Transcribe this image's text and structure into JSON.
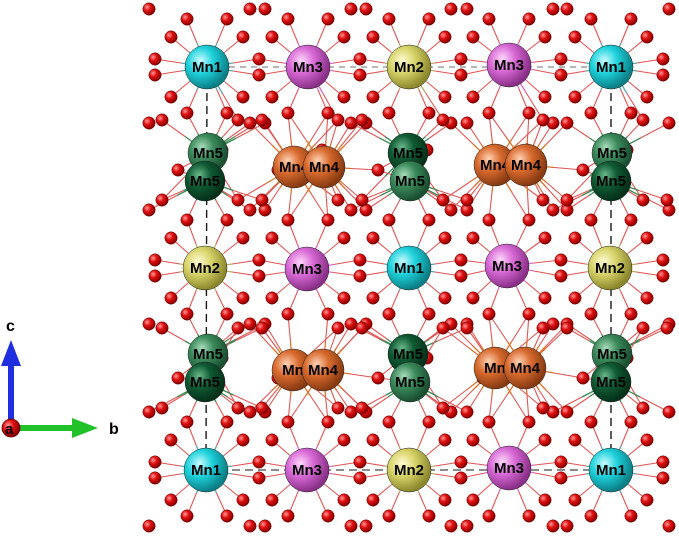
{
  "structure": {
    "mn_sites": [
      {
        "label": "Mn1",
        "species": "Mn1"
      },
      {
        "label": "Mn3",
        "species": "Mn3"
      },
      {
        "label": "Mn2",
        "species": "Mn2"
      },
      {
        "label": "Mn3",
        "species": "Mn3"
      },
      {
        "label": "Mn1",
        "species": "Mn1"
      },
      {
        "label": "Mn5",
        "species": "Mn5"
      },
      {
        "label": "Mn4",
        "species": "Mn4"
      },
      {
        "label": "Mn4",
        "species": "Mn4"
      },
      {
        "label": "Mn5",
        "species": "Mn5"
      },
      {
        "label": "Mn4",
        "species": "Mn4"
      },
      {
        "label": "Mn4",
        "species": "Mn4"
      },
      {
        "label": "Mn5",
        "species": "Mn5"
      },
      {
        "label": "Mn5",
        "species": "Mn5"
      },
      {
        "label": "Mn5",
        "species": "Mn5"
      },
      {
        "label": "Mn5",
        "species": "Mn5"
      },
      {
        "label": "Mn2",
        "species": "Mn2"
      },
      {
        "label": "Mn3",
        "species": "Mn3"
      },
      {
        "label": "Mn1",
        "species": "Mn1"
      },
      {
        "label": "Mn3",
        "species": "Mn3"
      },
      {
        "label": "Mn2",
        "species": "Mn2"
      },
      {
        "label": "Mn5",
        "species": "Mn5"
      },
      {
        "label": "Mn5",
        "species": "Mn5"
      },
      {
        "label": "Mn5",
        "species": "Mn5"
      },
      {
        "label": "Mn",
        "species": "Mn4"
      },
      {
        "label": "Mn4",
        "species": "Mn4"
      },
      {
        "label": "Mn",
        "species": "Mn4"
      },
      {
        "label": "Mn4",
        "species": "Mn4"
      },
      {
        "label": "Mn5",
        "species": "Mn5"
      },
      {
        "label": "Mn5",
        "species": "Mn5"
      },
      {
        "label": "Mn5",
        "species": "Mn5"
      },
      {
        "label": "Mn1",
        "species": "Mn1"
      },
      {
        "label": "Mn3",
        "species": "Mn3"
      },
      {
        "label": "Mn2",
        "species": "Mn2"
      },
      {
        "label": "Mn3",
        "species": "Mn3"
      },
      {
        "label": "Mn1",
        "species": "Mn1"
      }
    ],
    "colors": {
      "Mn1": "#1fd2dc",
      "Mn2": "#d8d46a",
      "Mn3": "#d86ad6",
      "Mn4": "#d86a2e",
      "Mn5_dark": "#0f5a33",
      "Mn5_light": "#3a8a5a",
      "O": "#e01010",
      "cell_edge": "#000000"
    }
  },
  "axes": {
    "c_label": "c",
    "b_label": "b",
    "a_label": "a",
    "c_color": "#1f2fe0",
    "b_color": "#21c12a",
    "a_color": "#b00000"
  }
}
